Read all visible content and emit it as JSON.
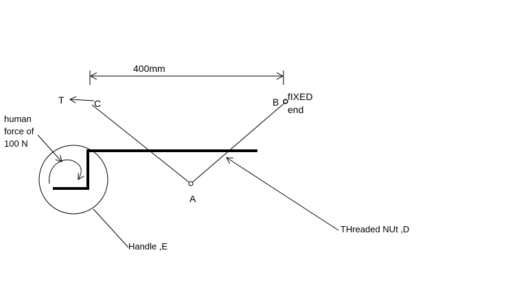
{
  "dimension": {
    "text": "400mm"
  },
  "labels": {
    "t": "T",
    "c": "C",
    "b": "B",
    "a": "A",
    "fixed_line1": "fIXED",
    "fixed_line2": "end",
    "human_line1": "human",
    "human_line2": "force of",
    "human_line3": "100 N",
    "handle": "Handle ,E",
    "nut": "THreaded NUt ,D"
  }
}
